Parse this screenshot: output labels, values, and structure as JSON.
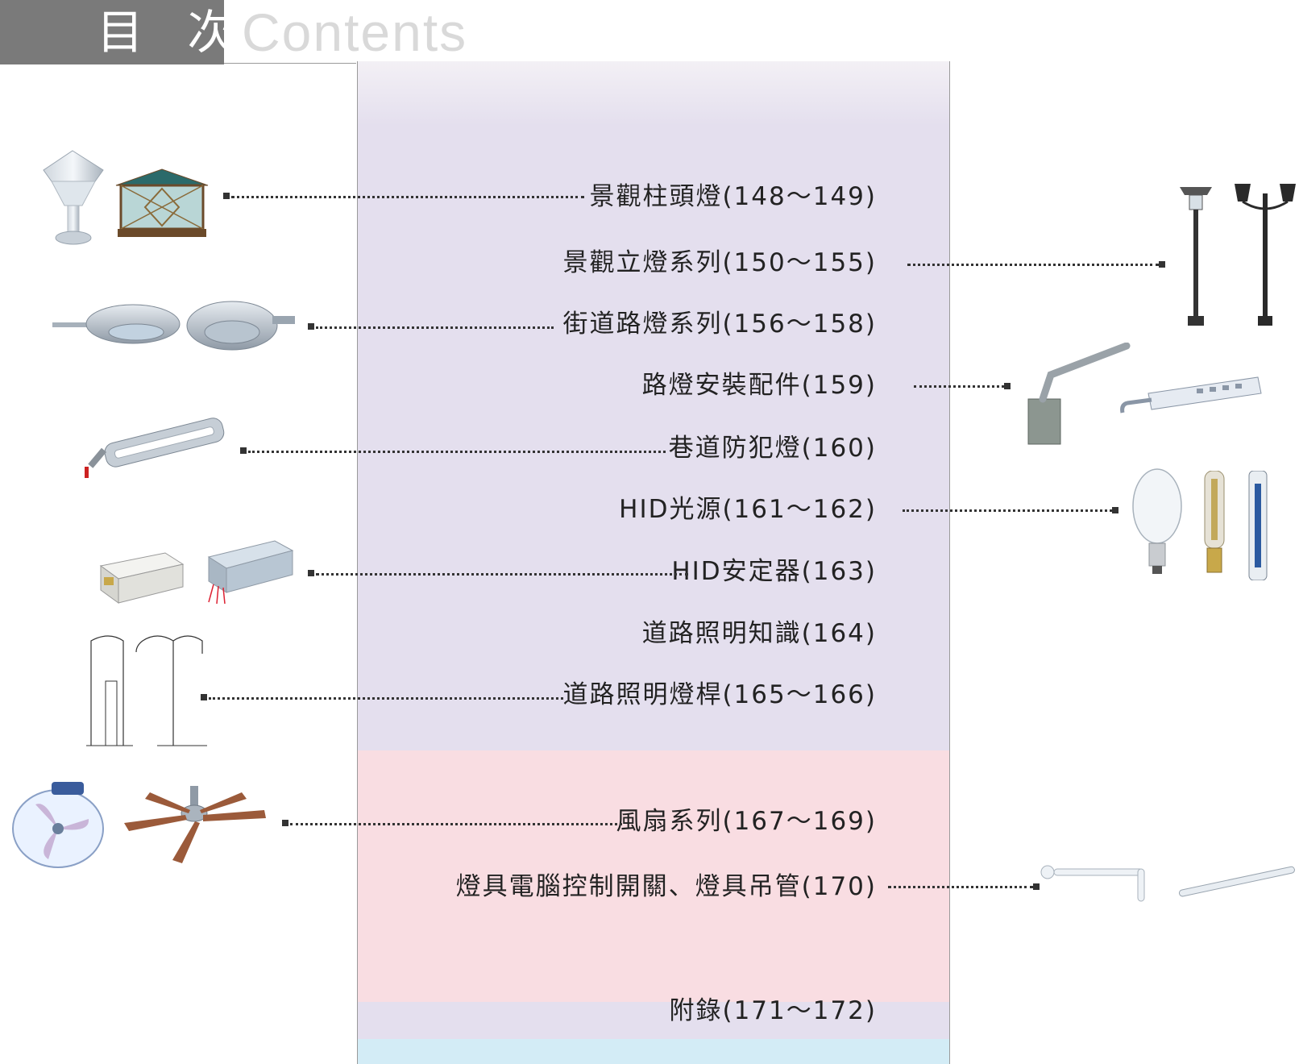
{
  "header": {
    "title": "目 次",
    "subtitle": "Contents"
  },
  "entries": [
    {
      "label": "景觀柱頭燈(148～149)"
    },
    {
      "label": "景觀立燈系列(150～155)"
    },
    {
      "label": "街道路燈系列(156～158)"
    },
    {
      "label": "路燈安裝配件(159)"
    },
    {
      "label": "巷道防犯燈(160)"
    },
    {
      "label": "HID光源(161～162)"
    },
    {
      "label": "HID安定器(163)"
    },
    {
      "label": "道路照明知識(164)"
    },
    {
      "label": "道路照明燈桿(165～166)"
    },
    {
      "label": "風扇系列(167～169)"
    },
    {
      "label": "燈具電腦控制開關、燈具吊管(170)"
    },
    {
      "label": "附錄(171～172)"
    }
  ],
  "colors": {
    "header_box": "#7a7a7a",
    "band_lavender": "#e4dfee",
    "band_pink": "#f9dde2",
    "band_blue": "#d3ecf6"
  },
  "images": [
    "column-head-lamp-icon",
    "pillar-lantern-icon",
    "garden-pole-lamp-icon",
    "street-lamp-head-icon",
    "lamp-bracket-icon",
    "alley-lamp-icon",
    "hid-bulb-icon",
    "ballast-icon",
    "lamp-pole-drawing-icon",
    "ceiling-fan-icon",
    "wall-fan-icon",
    "hanging-pipe-icon"
  ]
}
